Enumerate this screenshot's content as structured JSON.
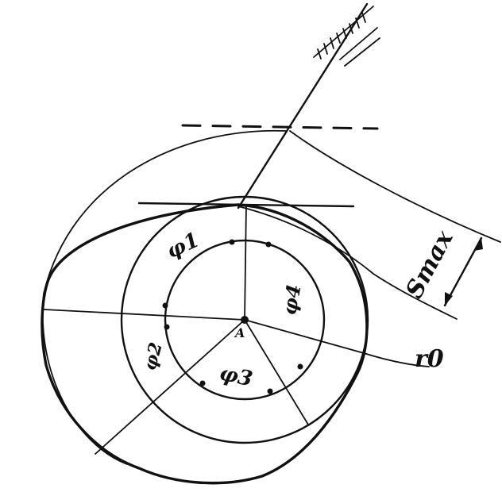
{
  "labels": {
    "phi1": "φ1",
    "phi2": "φ2",
    "phi3": "φ3",
    "phi4": "φ4",
    "smax": "Smax",
    "r0": "r0",
    "center": "A"
  }
}
